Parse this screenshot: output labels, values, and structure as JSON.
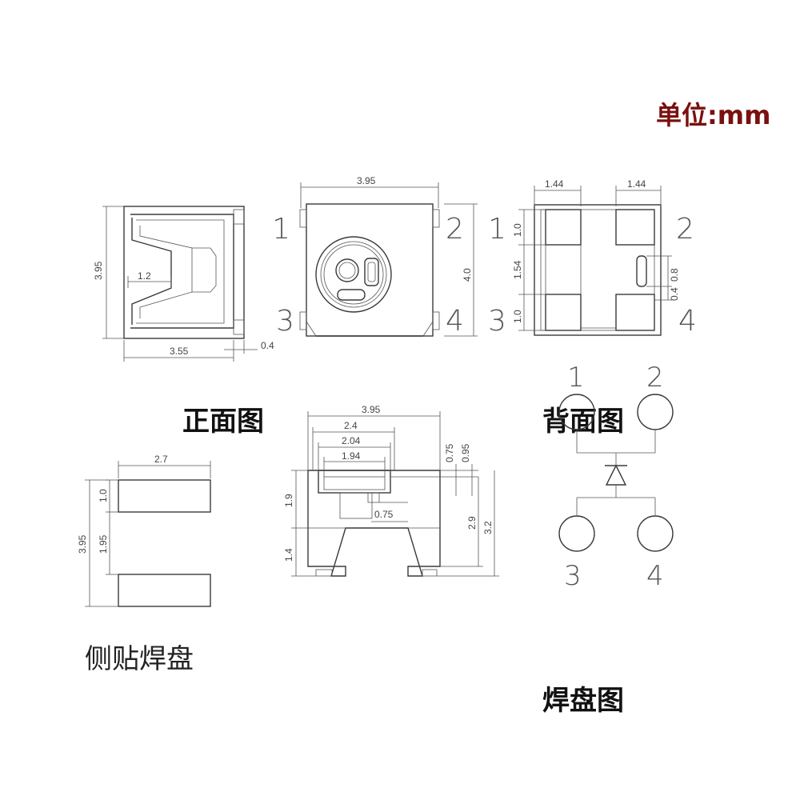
{
  "unit_label": "单位:mm",
  "captions": {
    "front": "正面图",
    "back": "背面图",
    "side_pad": "侧贴焊盘",
    "pad": "焊盘图"
  },
  "pins": {
    "p1": "1",
    "p2": "2",
    "p3": "3",
    "p4": "4"
  },
  "dims": {
    "side_height": "3.95",
    "side_width": "3.55",
    "side_slot": "1.2",
    "side_tab": "0.4",
    "front_width": "3.95",
    "front_height": "4.0",
    "back_left": "1.44",
    "back_right": "1.44",
    "back_v1": "1.0",
    "back_v2": "1.54",
    "back_v3": "1.0",
    "back_win": "0.8",
    "back_gap": "0.4",
    "pad_width": "2.7",
    "pad_top": "1.0",
    "pad_mid": "1.95",
    "pad_total": "3.95",
    "sec_width": "3.95",
    "sec_w2": "2.4",
    "sec_w3": "2.04",
    "sec_w4": "1.94",
    "sec_h1": "0.75",
    "sec_h2": "0.95",
    "sec_upper": "1.9",
    "sec_lower": "1.4",
    "sec_lead": "0.75",
    "sec_29": "2.9",
    "sec_32": "3.2"
  }
}
